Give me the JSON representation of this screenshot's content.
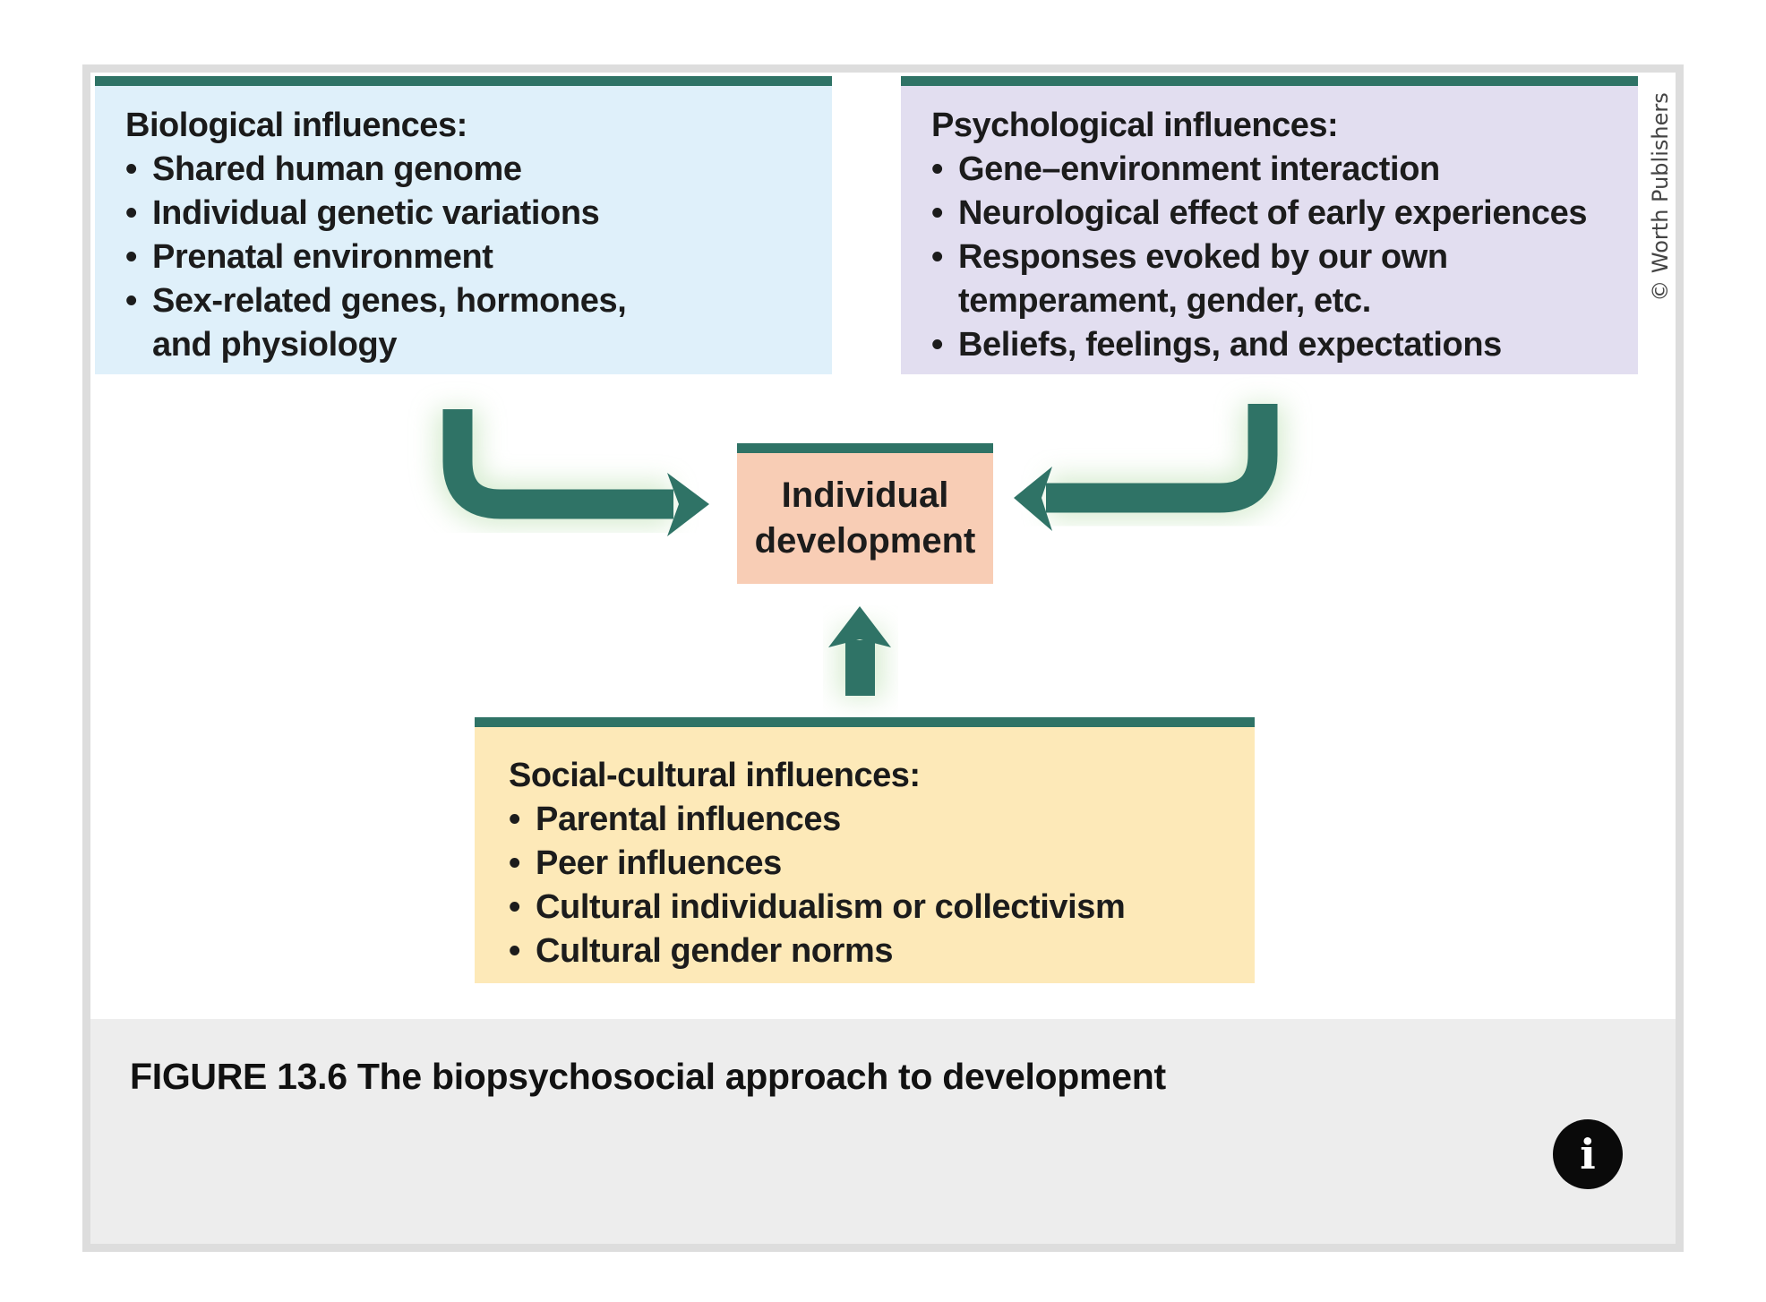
{
  "figure": {
    "caption": "FIGURE 13.6 The biopsychosocial approach to development",
    "watermark": "© Worth Publishers",
    "info_button_label": "i"
  },
  "colors": {
    "accent": "#2f7366",
    "biological_bg": "#dff0fa",
    "psychological_bg": "#e2def0",
    "social_bg": "#fde9b8",
    "center_bg": "#f8cdb5"
  },
  "boxes": {
    "biological": {
      "title": "Biological influences:",
      "items": [
        "Shared human genome",
        "Individual genetic variations",
        "Prenatal environment",
        "Sex-related genes, hormones, and physiology"
      ]
    },
    "psychological": {
      "title": "Psychological influences:",
      "items": [
        "Gene–environment interaction",
        "Neurological effect of early experiences",
        "Responses evoked by our own temperament, gender, etc.",
        "Beliefs, feelings, and expectations"
      ]
    },
    "social": {
      "title": "Social-cultural influences:",
      "items": [
        "Parental influences",
        "Peer influences",
        "Cultural individualism or collectivism",
        "Cultural gender norms"
      ]
    },
    "center": {
      "label": "Individual development"
    }
  }
}
